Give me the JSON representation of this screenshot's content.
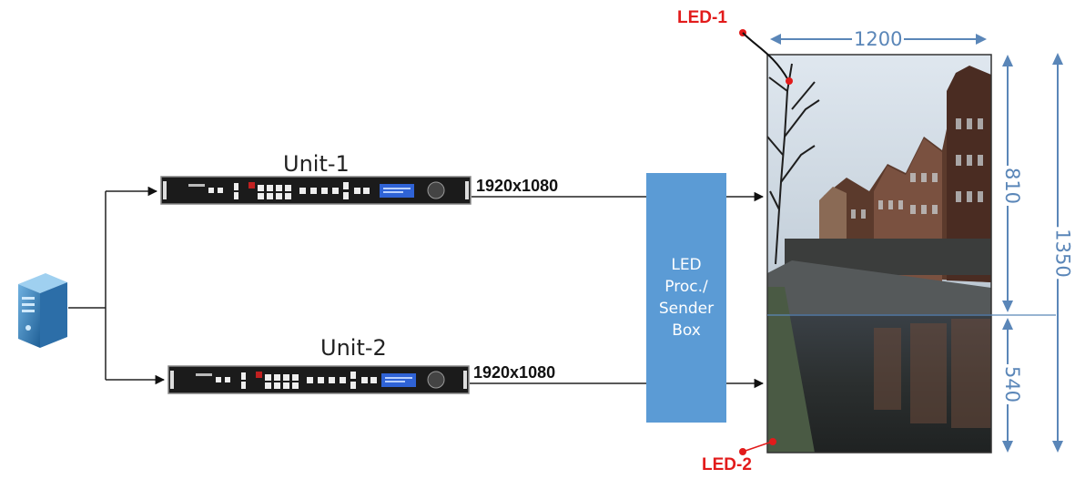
{
  "units": [
    {
      "title": "Unit-1",
      "output_resolution": "1920x1080"
    },
    {
      "title": "Unit-2",
      "output_resolution": "1920x1080"
    }
  ],
  "sender_box": {
    "lines": [
      "LED",
      "Proc./",
      "Sender",
      "Box"
    ]
  },
  "led_labels": {
    "led1": "LED-1",
    "led2": "LED-2"
  },
  "dimensions": {
    "width": "1200",
    "upper_height": "810",
    "lower_height": "540",
    "total_height": "1350"
  },
  "colors": {
    "box": "#5b9bd5",
    "dimension": "#5a86b8",
    "led_marker": "#e21b1b"
  },
  "icons": {
    "source": "computer-tower-icon",
    "unit": "video-processor-device-icon"
  }
}
